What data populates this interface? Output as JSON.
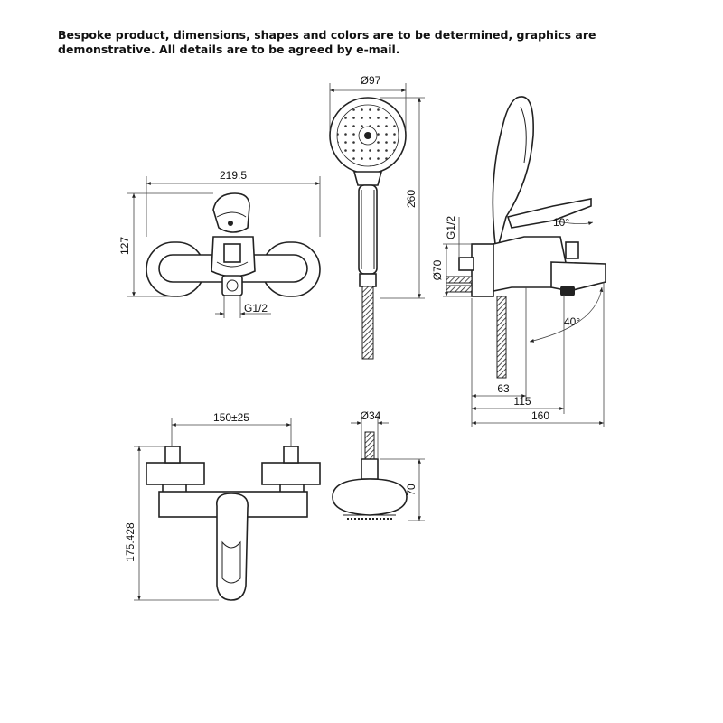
{
  "notice": {
    "line1": "Bespoke product, dimensions, shapes and colors are to be determined, graphics are",
    "line2": "demonstrative. All details are to be agreed by e-mail."
  },
  "front_view": {
    "width": "219.5",
    "height": "127",
    "thread": "G1/2"
  },
  "hand_shower": {
    "diameter": "Ø97",
    "length": "260"
  },
  "side_view": {
    "thread": "G1/2",
    "diameter": "Ø70",
    "lever_angle": "10°",
    "spout_angle": "40°",
    "depth_1": "63",
    "depth_2": "115",
    "depth_3": "160"
  },
  "top_view": {
    "spacing": "150±25",
    "height": "175.428"
  },
  "shower_head": {
    "diameter": "Ø34",
    "height": "70"
  }
}
